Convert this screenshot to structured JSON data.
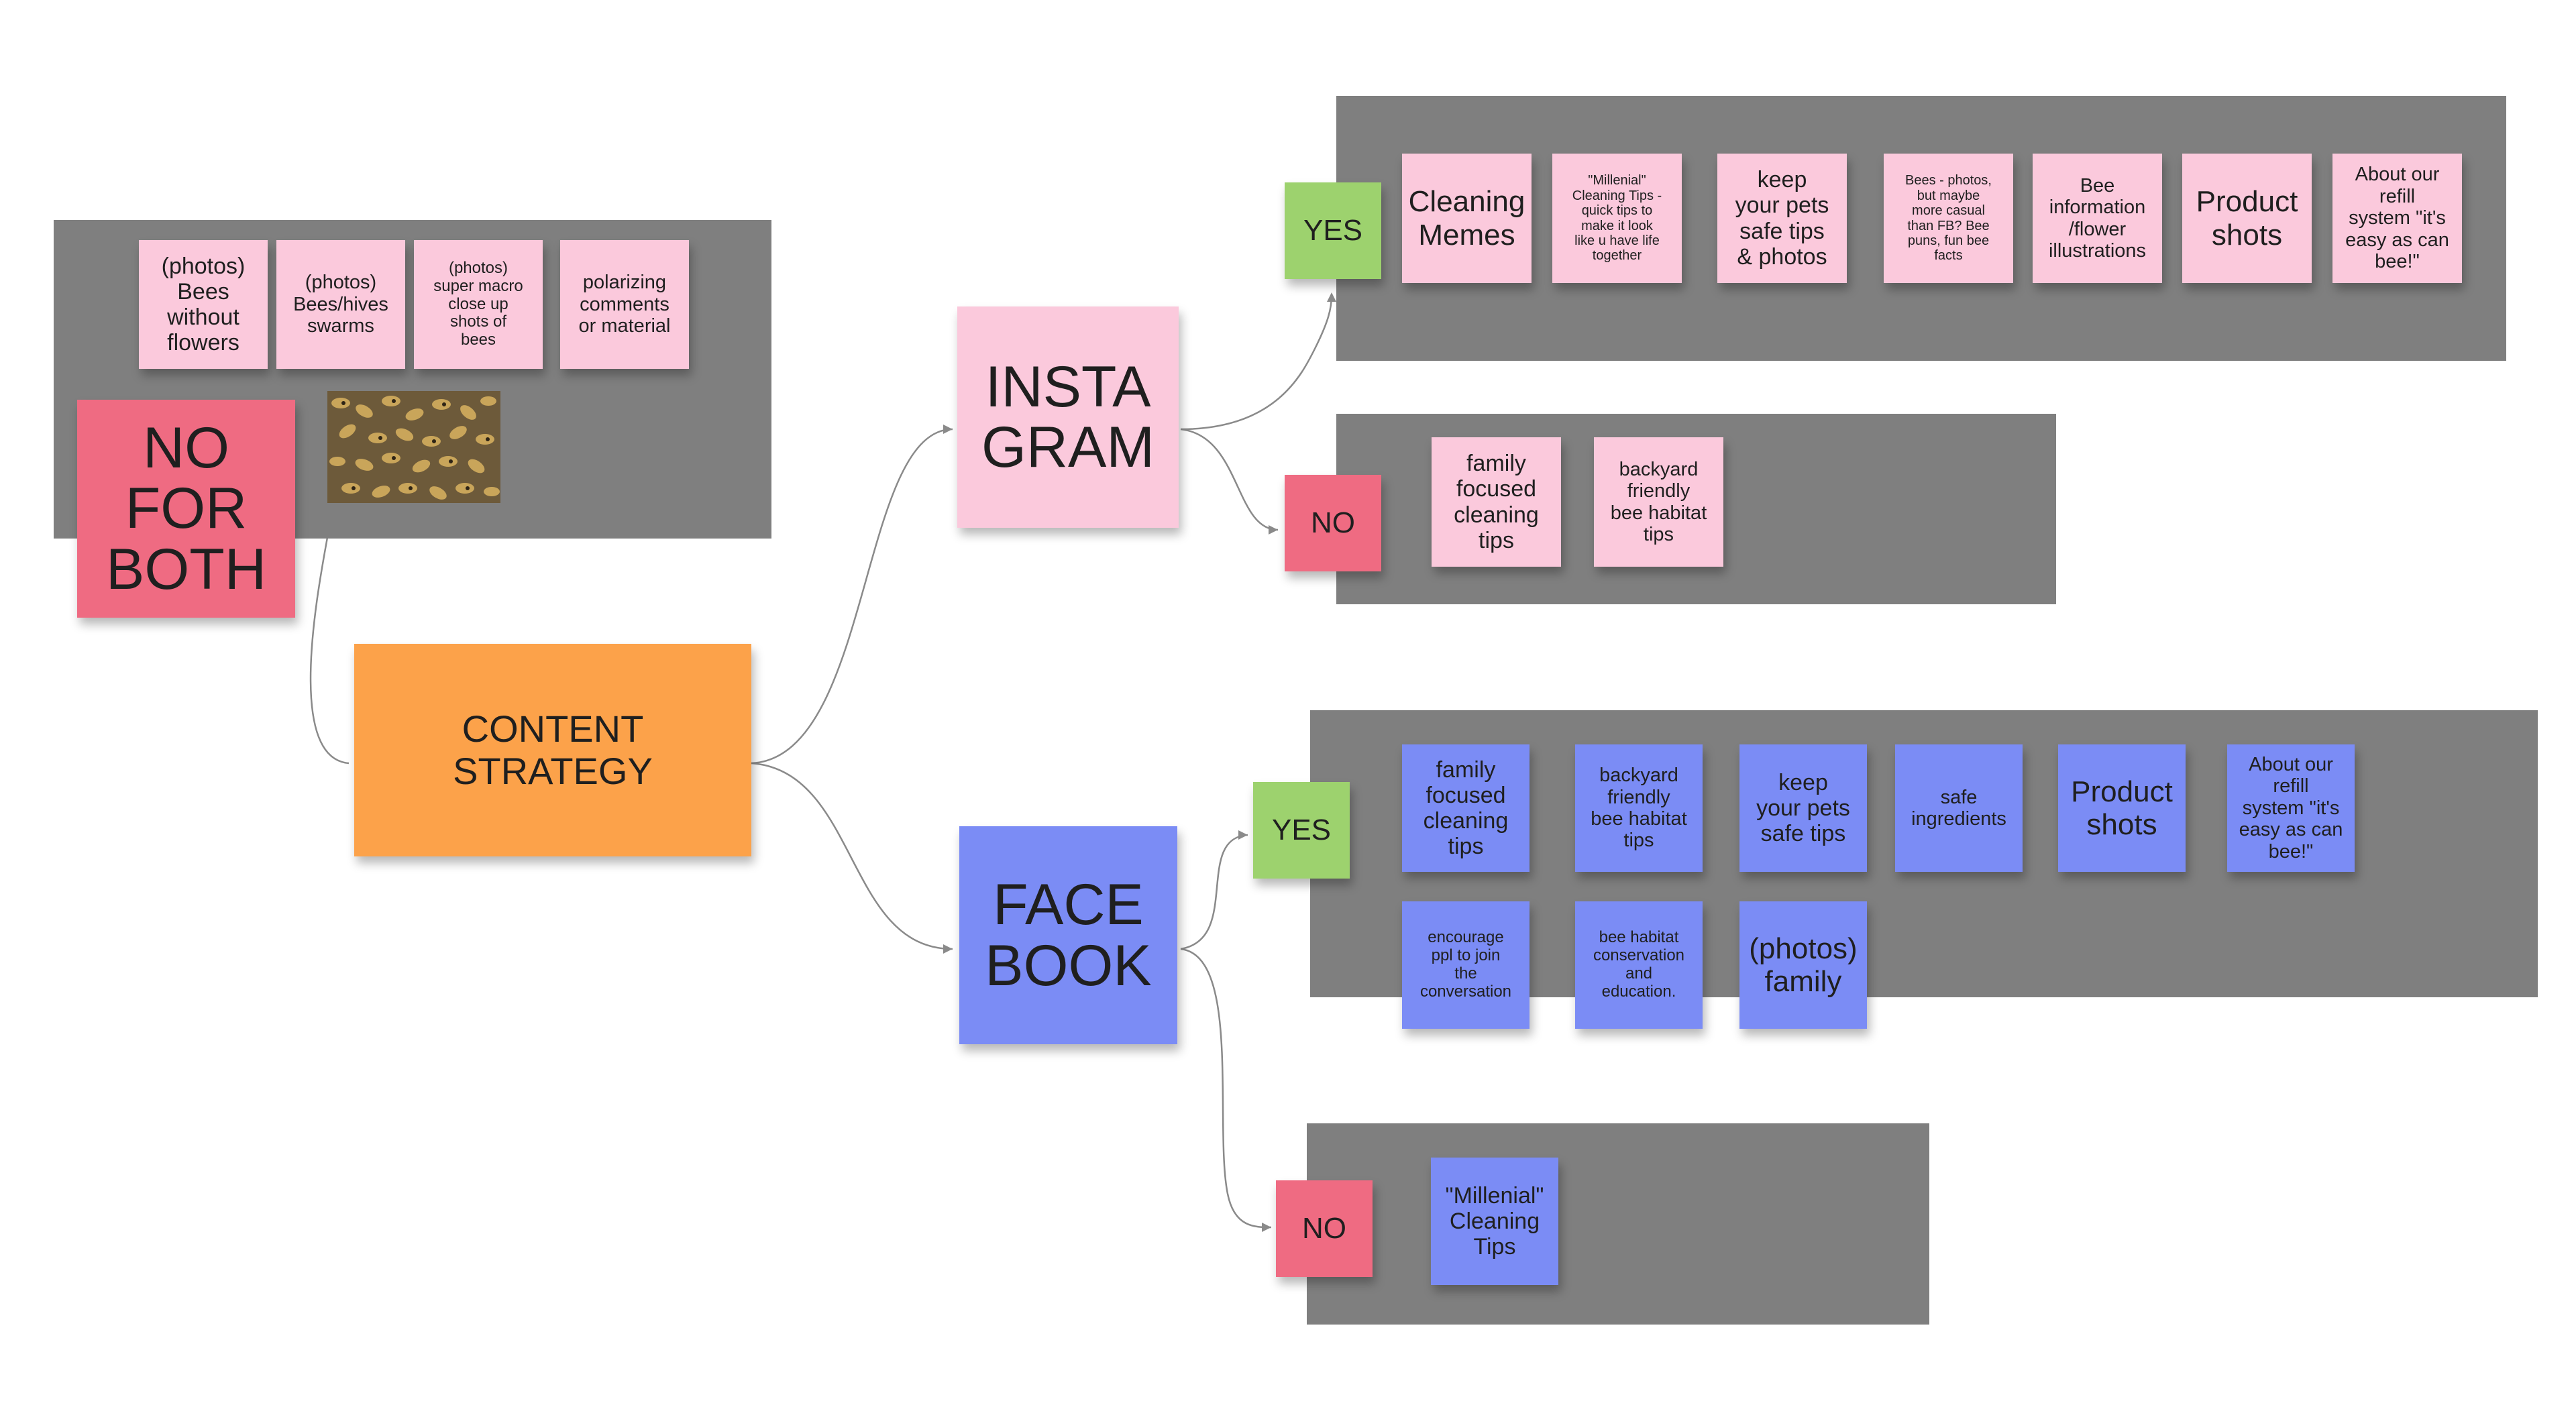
{
  "colors": {
    "frame": "#7f7f7f",
    "pink_note": "#fbc9dc",
    "blue_note": "#7b8cf5",
    "red_note": "#ef6b82",
    "green_note": "#9dd26e",
    "orange_note": "#fca24a",
    "connector": "#8a8a8a"
  },
  "central": {
    "label": "CONTENT\nSTRATEGY"
  },
  "no_for_both": {
    "label": "NO\nFOR\nBOTH",
    "notes": [
      "(photos)\nBees\nwithout\nflowers",
      "(photos)\nBees/hives\nswarms",
      "(photos)\nsuper macro\nclose up\nshots of\nbees",
      "polarizing\ncomments\nor material"
    ],
    "photo": {
      "icon": "bee-swarm-photo"
    }
  },
  "instagram": {
    "label": "INSTA\nGRAM",
    "yes": {
      "label": "YES",
      "notes": [
        "Cleaning\nMemes",
        "\"Millenial\"\nCleaning Tips -\nquick tips to\nmake it look\nlike u have life\ntogether",
        "keep\nyour pets\nsafe tips\n& photos",
        "Bees - photos,\nbut maybe\nmore casual\nthan FB? Bee\npuns, fun bee\nfacts",
        "Bee\ninformation\n/flower\nillustrations",
        "Product\nshots",
        "About our\nrefill\nsystem \"it's\neasy as can\nbee!\""
      ]
    },
    "no": {
      "label": "NO",
      "notes": [
        "family\nfocused\ncleaning\ntips",
        "backyard\nfriendly\nbee habitat\ntips"
      ]
    }
  },
  "facebook": {
    "label": "FACE\nBOOK",
    "yes": {
      "label": "YES",
      "notes": [
        "family\nfocused\ncleaning\ntips",
        "backyard\nfriendly\nbee habitat\ntips",
        "keep\nyour pets\nsafe tips",
        "safe\ningredients",
        "Product\nshots",
        "About our\nrefill\nsystem \"it's\neasy as can\nbee!\"",
        "encourage\nppl to join\nthe\nconversation",
        "bee habitat\nconservation\nand\neducation.",
        "(photos)\nfamily"
      ]
    },
    "no": {
      "label": "NO",
      "notes": [
        "\"Millenial\"\nCleaning\nTips"
      ]
    }
  }
}
